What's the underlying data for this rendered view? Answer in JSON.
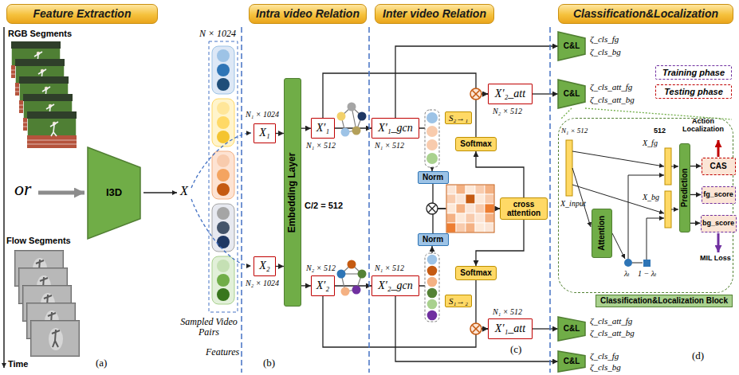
{
  "diagram": {
    "nodes": [
      {
        "text": [
          "Feature Extraction"
        ]
      },
      {
        "text": [
          "Intra video Relation"
        ]
      },
      {
        "text": [
          "Inter video Relation"
        ]
      },
      {
        "text": [
          "Classification&Localization"
        ]
      },
      {
        "text": [
          "I3D"
        ]
      },
      {
        "text": [
          "X₁"
        ]
      },
      {
        "text": [
          "X₂"
        ]
      },
      {
        "text": [
          "Embedding Layer"
        ]
      },
      {
        "text": [
          "X′₁"
        ]
      },
      {
        "text": [
          "X′₂"
        ]
      },
      {
        "text": [
          "X′₁_gcn"
        ]
      },
      {
        "text": [
          "X′₂_gcn"
        ]
      },
      {
        "text": [
          "Norm"
        ]
      },
      {
        "text": [
          "Norm"
        ]
      },
      {
        "text": [
          "cross attention"
        ]
      },
      {
        "text": [
          "Softmax"
        ]
      },
      {
        "text": [
          "Softmax"
        ]
      },
      {
        "text": [
          "S₂→₁"
        ]
      },
      {
        "text": [
          "S₁→₂"
        ]
      },
      {
        "text": [
          "X′₂_att"
        ]
      },
      {
        "text": [
          "X′₁_att"
        ]
      },
      {
        "text": [
          "C&L"
        ]
      },
      {
        "text": [
          "C&L"
        ]
      },
      {
        "text": [
          "Training phase"
        ]
      },
      {
        "text": [
          "Testing phase"
        ]
      },
      {
        "text": [
          "Classification&Localization Block"
        ]
      },
      {
        "text": [
          "Attention"
        ],
        "in": 25
      },
      {
        "text": [
          "Prediction"
        ],
        "in": 25
      },
      {
        "text": [
          "CAS"
        ],
        "in": 25
      },
      {
        "text": [
          "fg_score"
        ],
        "in": 25
      },
      {
        "text": [
          "bg_score"
        ],
        "in": 25
      },
      {
        "text": [
          "C&L"
        ]
      },
      {
        "text": [
          "C&L"
        ]
      }
    ],
    "edges": [
      {
        "from": 5,
        "to": 7,
        "arrow": "to"
      },
      {
        "from": 6,
        "to": 7,
        "arrow": "to"
      },
      {
        "from": 7,
        "to": 8,
        "arrow": "to"
      },
      {
        "from": 7,
        "to": 9,
        "arrow": "to"
      },
      {
        "from": 8,
        "to": 10,
        "arrow": "to"
      },
      {
        "from": 9,
        "to": 11,
        "arrow": "to"
      },
      {
        "from": 10,
        "to": 12,
        "arrow": "to"
      },
      {
        "from": 11,
        "to": 13,
        "arrow": "to"
      },
      {
        "from": 12,
        "to": 14,
        "arrow": "to"
      },
      {
        "from": 13,
        "to": 14,
        "arrow": "to"
      },
      {
        "from": 14,
        "to": 15,
        "arrow": "to"
      },
      {
        "from": 14,
        "to": 16,
        "arrow": "to"
      },
      {
        "from": 15,
        "to": 19,
        "arrow": "to"
      },
      {
        "from": 8,
        "to": 19,
        "arrow": "to"
      },
      {
        "from": 16,
        "to": 20,
        "arrow": "to"
      },
      {
        "from": 9,
        "to": 20,
        "arrow": "to"
      },
      {
        "from": 10,
        "to": 21,
        "arrow": "to"
      },
      {
        "from": 19,
        "to": 22,
        "arrow": "to"
      },
      {
        "from": 20,
        "to": 31,
        "arrow": "to"
      },
      {
        "from": 11,
        "to": 32,
        "arrow": "to"
      },
      {
        "from": 27,
        "to": 28,
        "arrow": "to"
      },
      {
        "from": 27,
        "to": 29,
        "arrow": "to"
      },
      {
        "from": 27,
        "to": 30,
        "arrow": "to"
      }
    ],
    "labels": [
      "RGB Segments",
      "or",
      "Flow Segments",
      "Time",
      "(a)",
      "N × 1024",
      "X",
      "Sampled Video Pairs",
      "Features",
      "N₁ × 1024",
      "N₂ × 1024",
      "C/2 = 512",
      "N₁ × 512",
      "N₂ × 512",
      "N₁ × 512",
      "N₁ × 512",
      "N₂ × 512",
      "N₁ × 512",
      "(b)",
      "(c)",
      "ζ_cls_fg",
      "ζ_cls_bg",
      "ζ_cls_att_fg",
      "ζ_cls_att_bg",
      "ζ_cls_att_fg",
      "ζ_cls_att_bg",
      "ζ_cls_fg",
      "ζ_cls_bg",
      "X_input",
      "N₁ × 512",
      "λₜ",
      "1 − λₜ",
      "512",
      "X_fg",
      "X_bg",
      "Action Localization",
      "MIL Loss",
      "(d)"
    ]
  }
}
